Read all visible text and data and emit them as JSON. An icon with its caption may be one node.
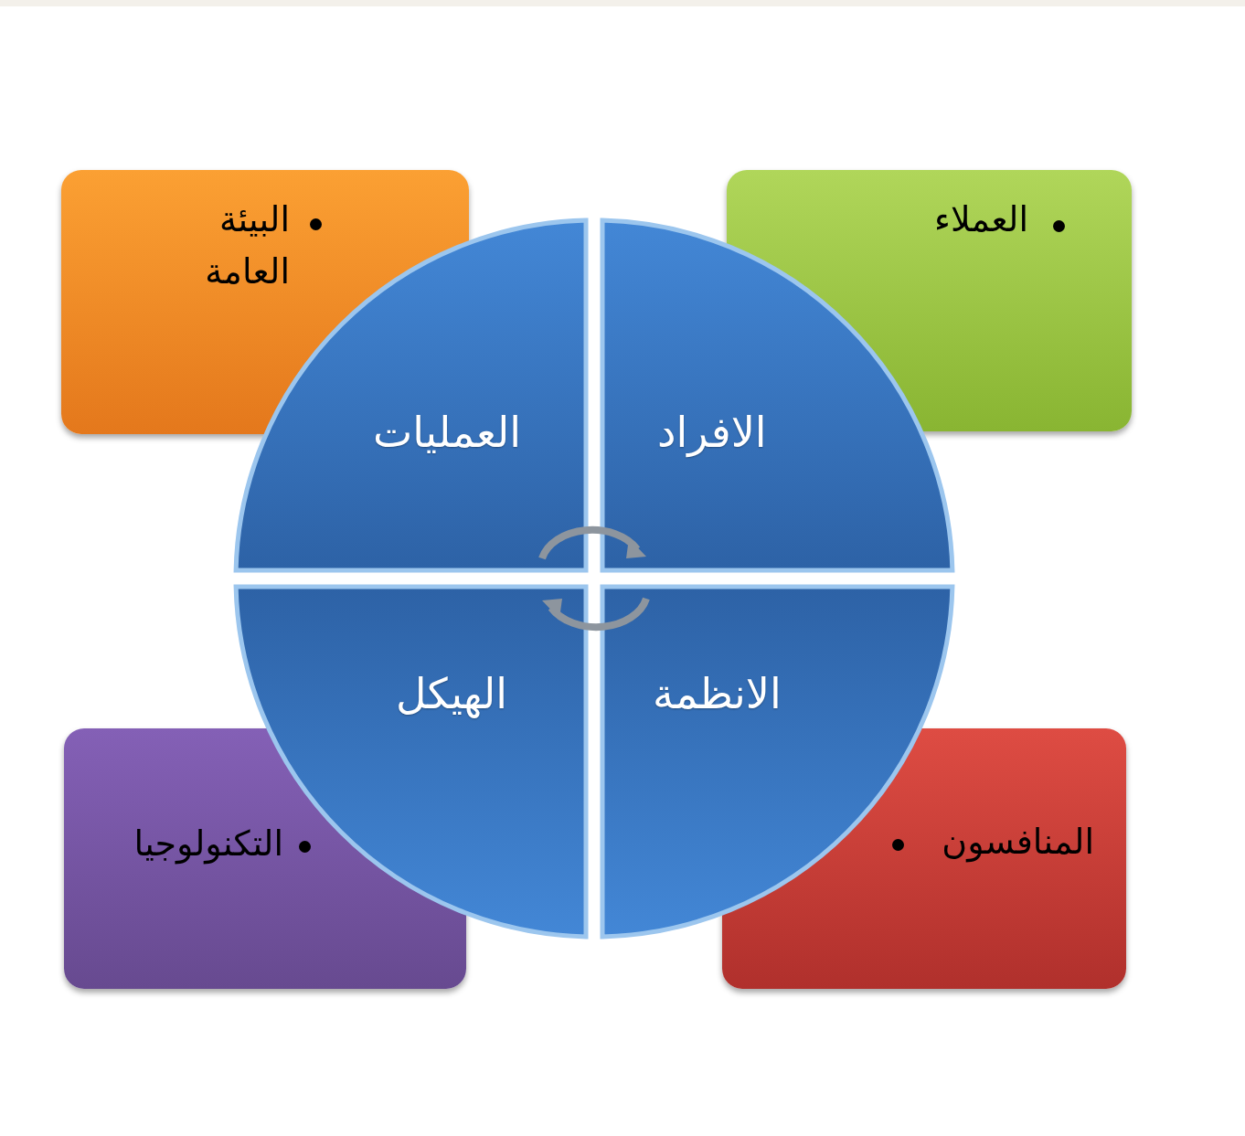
{
  "diagram": {
    "nodes": [
      {
        "text": [
          "البيئة العامة"
        ]
      },
      {
        "text": [
          "العملاء"
        ]
      },
      {
        "text": [
          "العمليات"
        ]
      },
      {
        "text": [
          "الافراد"
        ]
      },
      {
        "text": [
          "الهيكل"
        ]
      },
      {
        "text": [
          "الانظمة"
        ]
      },
      {
        "text": [
          "التكنولوجيا"
        ]
      },
      {
        "text": [
          "المنافسون"
        ]
      }
    ]
  }
}
